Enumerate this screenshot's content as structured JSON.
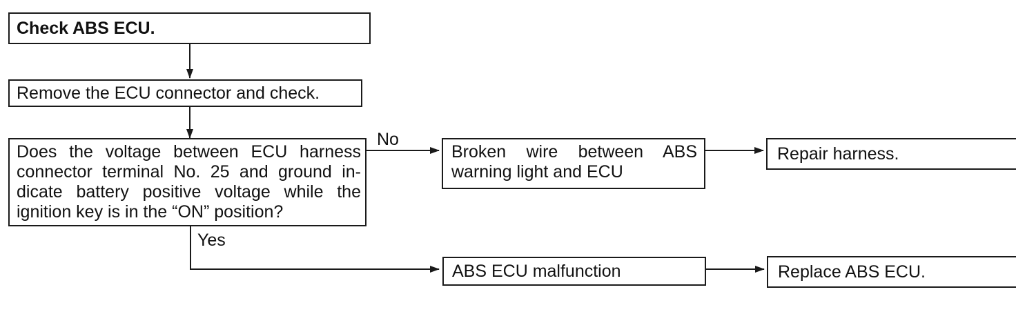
{
  "flowchart": {
    "steps": {
      "check_abs_ecu": "Check ABS ECU.",
      "remove_connector": "Remove the ECU connector and check.",
      "voltage_question": "Does the voltage between ECU harness connector terminal No. 25 and ground in-dicate battery positive voltage while the ignition key is in the “ON” position?",
      "broken_wire": "Broken wire between ABS warning light and ECU",
      "repair_harness": "Repair harness.",
      "abs_ecu_malfunction": "ABS ECU malfunction",
      "replace_abs_ecu": "Replace ABS ECU."
    },
    "branch_labels": {
      "no": "No",
      "yes": "Yes"
    }
  }
}
